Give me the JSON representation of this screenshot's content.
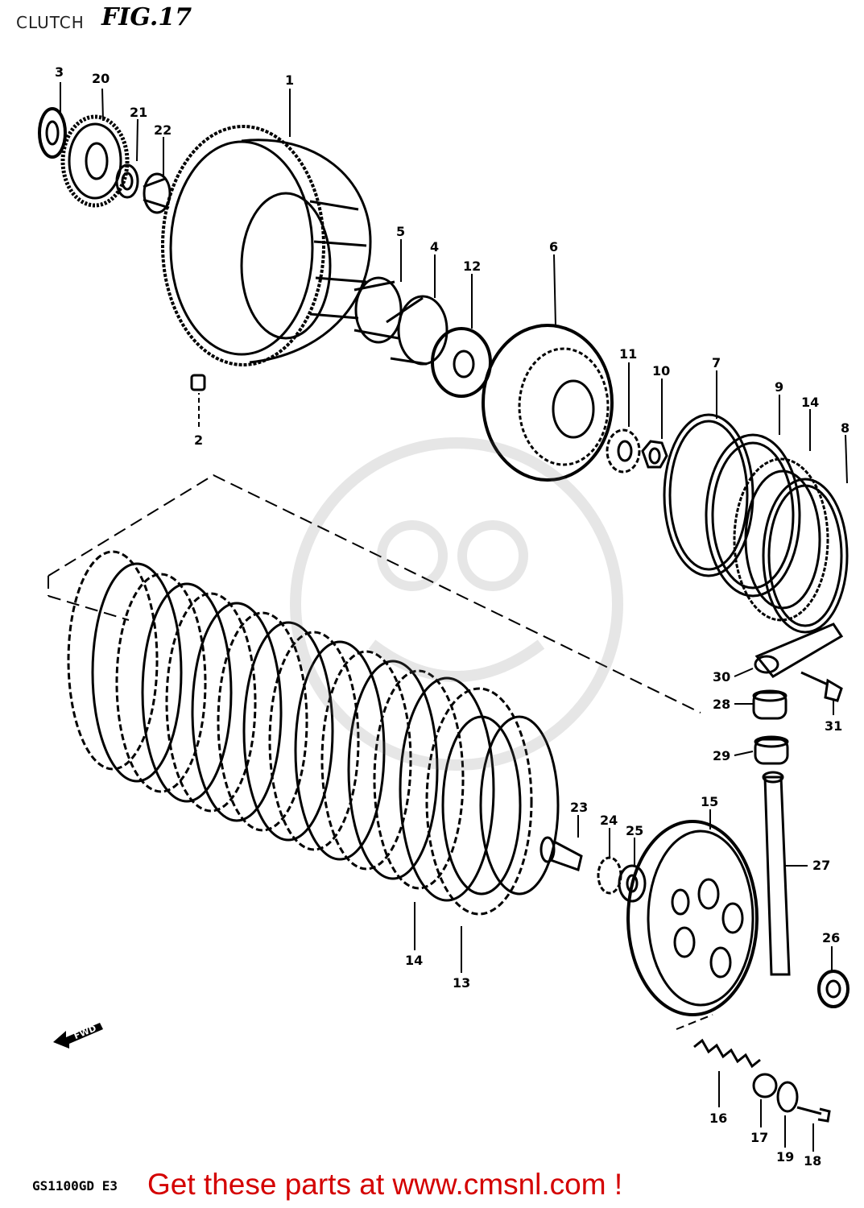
{
  "page_label": "CLUTCH",
  "figure_title": "FIG.17",
  "model_code": "GS1100GD E3",
  "cta_text": "Get these parts at www.cmsnl.com !",
  "fwd_label": "FWD",
  "callouts": [
    {
      "id": "c3",
      "text": "3"
    },
    {
      "id": "c20",
      "text": "20"
    },
    {
      "id": "c21",
      "text": "21"
    },
    {
      "id": "c22",
      "text": "22"
    },
    {
      "id": "c1",
      "text": "1"
    },
    {
      "id": "c2",
      "text": "2"
    },
    {
      "id": "c5",
      "text": "5"
    },
    {
      "id": "c4",
      "text": "4"
    },
    {
      "id": "c12",
      "text": "12"
    },
    {
      "id": "c6",
      "text": "6"
    },
    {
      "id": "c11",
      "text": "11"
    },
    {
      "id": "c10",
      "text": "10"
    },
    {
      "id": "c7",
      "text": "7"
    },
    {
      "id": "c9",
      "text": "9"
    },
    {
      "id": "c14a",
      "text": "14"
    },
    {
      "id": "c8",
      "text": "8"
    },
    {
      "id": "c30",
      "text": "30"
    },
    {
      "id": "c28",
      "text": "28"
    },
    {
      "id": "c31",
      "text": "31"
    },
    {
      "id": "c29",
      "text": "29"
    },
    {
      "id": "c15",
      "text": "15"
    },
    {
      "id": "c27",
      "text": "27"
    },
    {
      "id": "c23",
      "text": "23"
    },
    {
      "id": "c24",
      "text": "24"
    },
    {
      "id": "c25",
      "text": "25"
    },
    {
      "id": "c26",
      "text": "26"
    },
    {
      "id": "c14b",
      "text": "14"
    },
    {
      "id": "c13",
      "text": "13"
    },
    {
      "id": "c16",
      "text": "16"
    },
    {
      "id": "c17",
      "text": "17"
    },
    {
      "id": "c19",
      "text": "19"
    },
    {
      "id": "c18",
      "text": "18"
    }
  ]
}
